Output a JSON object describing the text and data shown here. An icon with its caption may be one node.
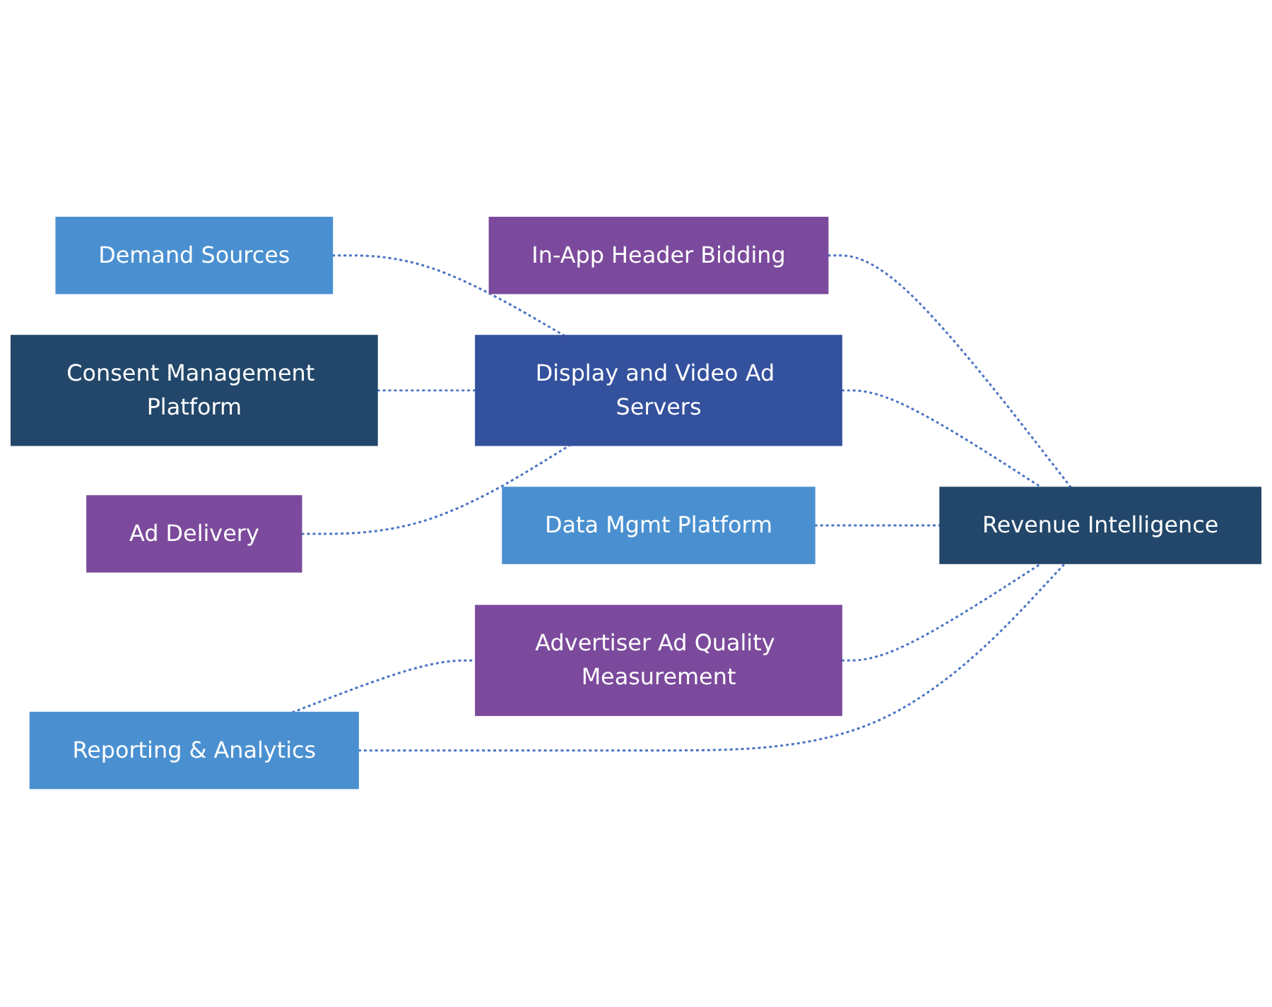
{
  "diagram": {
    "nodes": [
      {
        "text": [
          "In-App Header Bidding"
        ]
      },
      {
        "text": [
          "Demand Sources"
        ]
      },
      {
        "text": [
          "Consent Management Platform"
        ]
      },
      {
        "text": [
          "Ad Delivery"
        ]
      },
      {
        "text": [
          "Reporting & Analytics"
        ]
      },
      {
        "text": [
          "Display and Video Ad Servers"
        ]
      },
      {
        "text": [
          "Data Mgmt Platform"
        ]
      },
      {
        "text": [
          "Advertiser Ad Quality Measurement"
        ]
      },
      {
        "text": [
          "Revenue Intelligence"
        ]
      }
    ],
    "edges": [
      {
        "from": 1,
        "to": 5,
        "arrow": "none",
        "style": "dashed"
      },
      {
        "from": 2,
        "to": 5,
        "arrow": "none",
        "style": "dashed"
      },
      {
        "from": 3,
        "to": 5,
        "arrow": "none",
        "style": "dashed"
      },
      {
        "from": 4,
        "to": 7,
        "arrow": "none",
        "style": "dashed"
      },
      {
        "from": 0,
        "to": 8,
        "arrow": "none",
        "style": "dashed"
      },
      {
        "from": 5,
        "to": 8,
        "arrow": "none",
        "style": "dashed"
      },
      {
        "from": 6,
        "to": 8,
        "arrow": "none",
        "style": "dashed"
      },
      {
        "from": 7,
        "to": 8,
        "arrow": "none",
        "style": "dashed"
      },
      {
        "from": 4,
        "to": 8,
        "arrow": "none",
        "style": "dashed"
      }
    ]
  }
}
